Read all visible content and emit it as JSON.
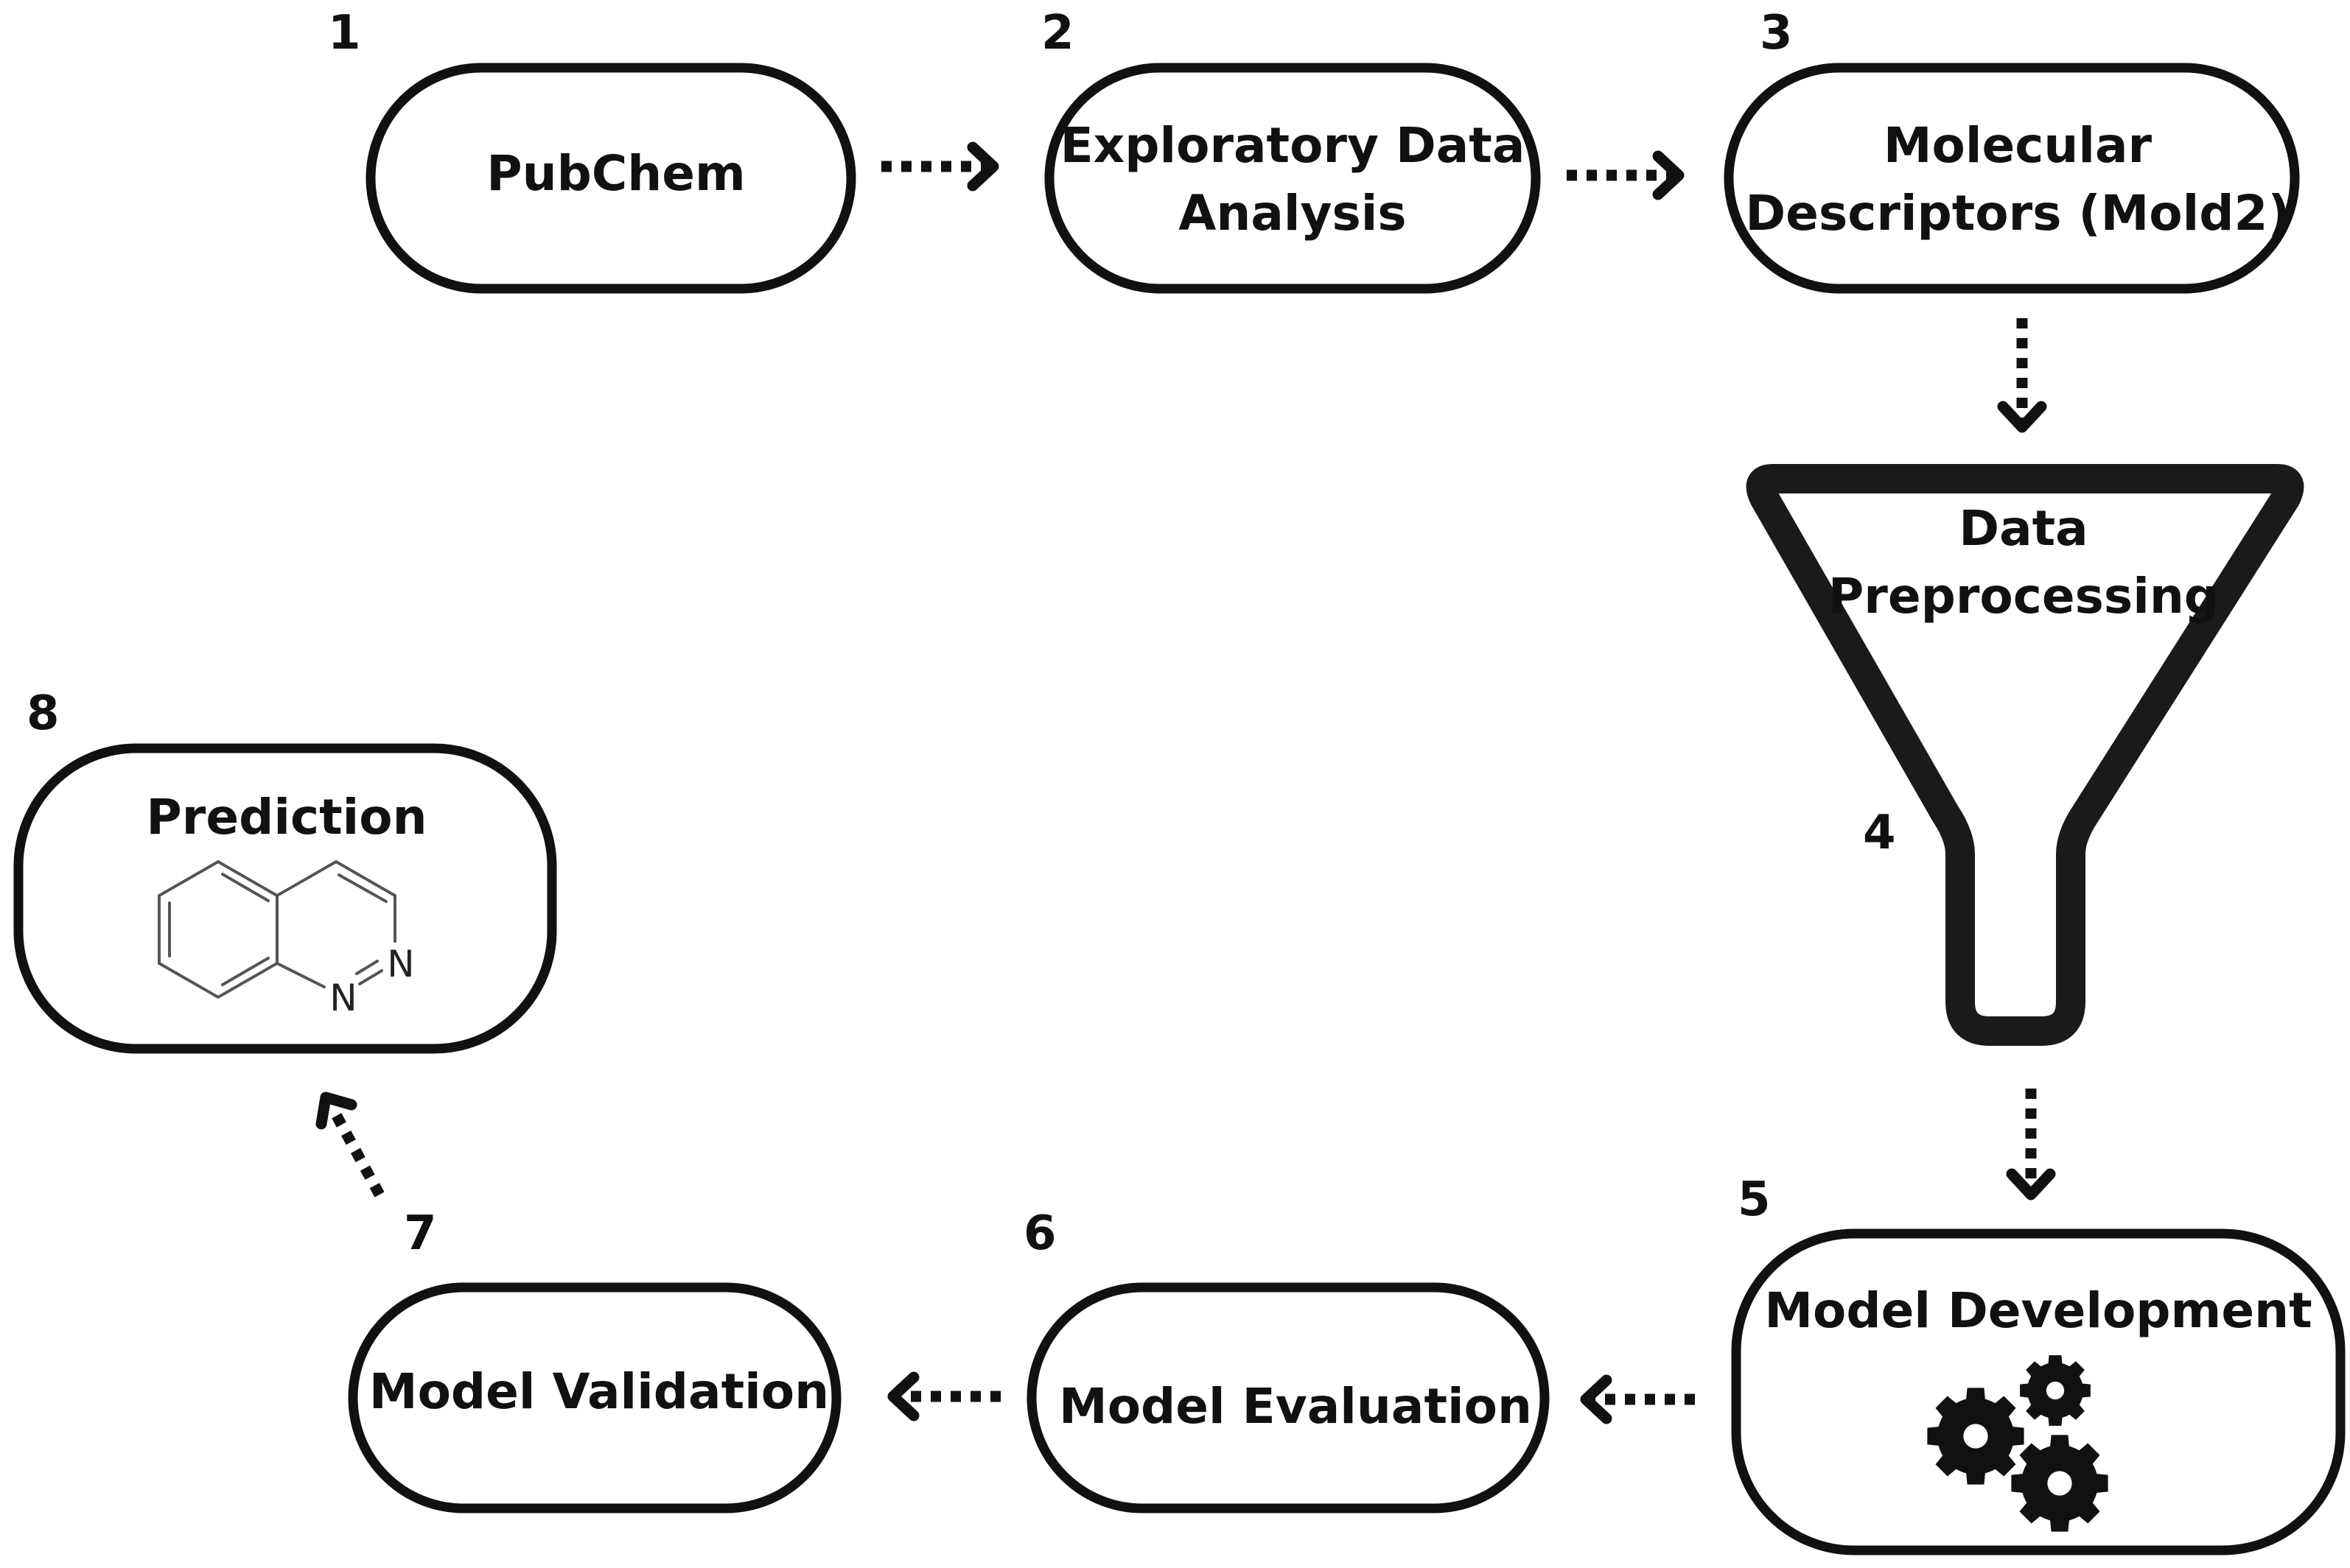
{
  "nodes": {
    "pubchem": {
      "label": "PubChem",
      "step": "1"
    },
    "eda": {
      "label_lines": [
        "Exploratory Data",
        "Analysis"
      ],
      "step": "2"
    },
    "descriptors": {
      "label_lines": [
        "Molecular",
        "Descriptors (Mold2)"
      ],
      "step": "3"
    },
    "preprocessing": {
      "label_lines": [
        "Data",
        "Preprocessing"
      ],
      "step": "4"
    },
    "development": {
      "label": "Model Development",
      "step": "5"
    },
    "evaluation": {
      "label": "Model Evaluation",
      "step": "6"
    },
    "validation": {
      "label": "Model Validation",
      "step": "7"
    },
    "prediction": {
      "label": "Prediction",
      "step": "8"
    }
  },
  "molecule": {
    "atoms": [
      "N",
      "N"
    ]
  },
  "icons": {
    "preprocessing": "funnel-icon",
    "development": "gears-icon",
    "prediction": "cinnoline-structure-icon"
  },
  "colors": {
    "stroke": "#111111",
    "background": "#ffffff"
  }
}
